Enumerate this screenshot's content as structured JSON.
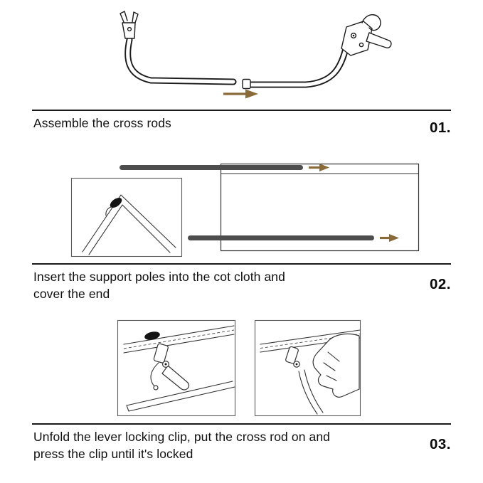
{
  "colors": {
    "background": "#ffffff",
    "line": "#1a1a1a",
    "rod_dark": "#4d4d4d",
    "arrow_accent": "#8a6a38"
  },
  "icons": {
    "arrow_right": "→"
  },
  "steps": [
    {
      "number": "01.",
      "caption": "Assemble the cross rods"
    },
    {
      "number": "02.",
      "caption": "Insert the support poles into the cot cloth and\ncover the end"
    },
    {
      "number": "03.",
      "caption": "Unfold the lever locking clip, put the cross rod on and\npress the clip until it's locked"
    }
  ]
}
